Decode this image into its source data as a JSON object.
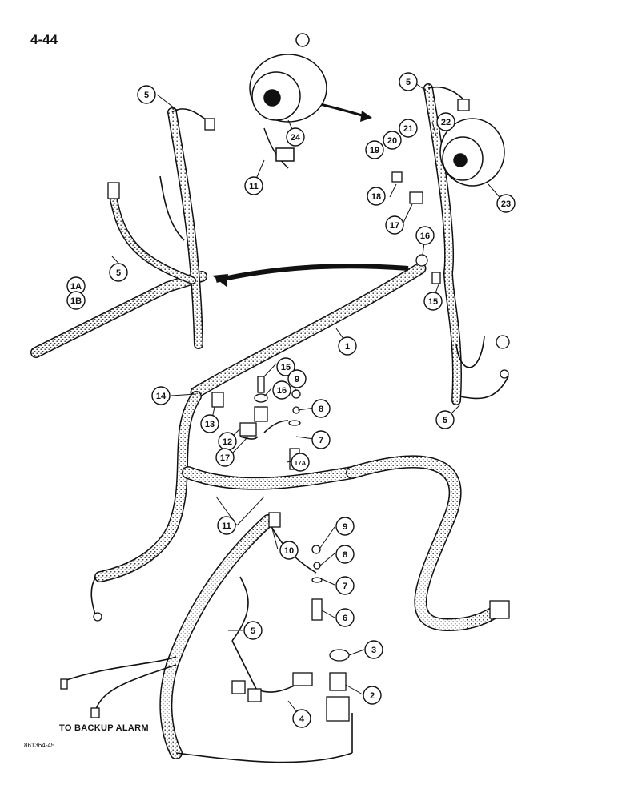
{
  "page_number": "4-44",
  "footer_code": "861364-45",
  "caption": "TO BACKUP ALARM",
  "callouts": [
    {
      "id": "c-5a",
      "label": "5"
    },
    {
      "id": "c-24",
      "label": "24"
    },
    {
      "id": "c-11a",
      "label": "11"
    },
    {
      "id": "c-5b",
      "label": "5"
    },
    {
      "id": "c-21",
      "label": "21"
    },
    {
      "id": "c-20",
      "label": "20"
    },
    {
      "id": "c-19",
      "label": "19"
    },
    {
      "id": "c-22",
      "label": "22"
    },
    {
      "id": "c-18",
      "label": "18"
    },
    {
      "id": "c-23",
      "label": "23"
    },
    {
      "id": "c-17a",
      "label": "17"
    },
    {
      "id": "c-16a",
      "label": "16"
    },
    {
      "id": "c-15a",
      "label": "15"
    },
    {
      "id": "c-5c",
      "label": "5"
    },
    {
      "id": "c-1a",
      "label": "1A"
    },
    {
      "id": "c-1b",
      "label": "1B"
    },
    {
      "id": "c-1",
      "label": "1"
    },
    {
      "id": "c-15b",
      "label": "15"
    },
    {
      "id": "c-9a",
      "label": "9"
    },
    {
      "id": "c-16b",
      "label": "16"
    },
    {
      "id": "c-8a",
      "label": "8"
    },
    {
      "id": "c-14",
      "label": "14"
    },
    {
      "id": "c-13",
      "label": "13"
    },
    {
      "id": "c-12",
      "label": "12"
    },
    {
      "id": "c-7a",
      "label": "7"
    },
    {
      "id": "c-17b",
      "label": "17"
    },
    {
      "id": "c-17A",
      "label": "17A"
    },
    {
      "id": "c-5d",
      "label": "5"
    },
    {
      "id": "c-11b",
      "label": "11"
    },
    {
      "id": "c-9b",
      "label": "9"
    },
    {
      "id": "c-10",
      "label": "10"
    },
    {
      "id": "c-8b",
      "label": "8"
    },
    {
      "id": "c-7b",
      "label": "7"
    },
    {
      "id": "c-6",
      "label": "6"
    },
    {
      "id": "c-5e",
      "label": "5"
    },
    {
      "id": "c-3",
      "label": "3"
    },
    {
      "id": "c-2",
      "label": "2"
    },
    {
      "id": "c-4",
      "label": "4"
    }
  ]
}
